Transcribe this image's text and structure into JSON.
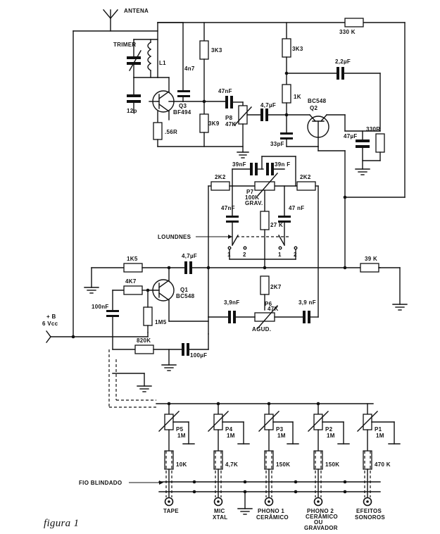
{
  "antenna": "ANTENA",
  "trimer": "TRIMER",
  "l1": "L1",
  "c_12p": "12p",
  "q3": {
    "name": "Q3",
    "type": "BF494"
  },
  "r_56r": ".56R",
  "c_4n7": "4n7",
  "r_3k3_a": "3K3",
  "r_3k9": "3K9",
  "c_47nf_a": "47nF",
  "p8": {
    "name": "P8",
    "value": "47K"
  },
  "c_4_7uf_a": "4,7µF",
  "r_3k3_b": "3K3",
  "r_1k": "1K",
  "c_2_2uf": "2,2µF",
  "r_330k": "330 K",
  "q2": {
    "name": "Q2",
    "type": "BC548"
  },
  "c_33pf": "33pF",
  "c_47uf": "47µF",
  "r_330r": "330R",
  "c_39nf_a": "39nF",
  "c_39nf_b": "39n F",
  "r_2k2_a": "2K2",
  "r_2k2_b": "2K2",
  "p7": {
    "name": "P7",
    "value": "100K",
    "sub": "GRAV."
  },
  "c_47nf_b": "47nF",
  "c_47nf_c": "47 nF",
  "r_27k": "27 K",
  "loudness": "LOUNDNES",
  "sw_left": [
    "1",
    "2"
  ],
  "sw_right": [
    "1",
    "2"
  ],
  "r_1k5": "1K5",
  "c_4_7uf_b": "4,7µF",
  "r_4k7": "4K7",
  "q1": {
    "name": "Q1",
    "type": "BC548"
  },
  "c_100nf": "100nF",
  "r_1m5": "1M5",
  "supply": {
    "label": "+ B",
    "value": "6 Vcc"
  },
  "r_2k7": "2K7",
  "c_3_9nf_a": "3,9nF",
  "c_3_9nf_b": "3,9 nF",
  "p6": {
    "name": "P6",
    "value": "47K",
    "sub": "AGUD."
  },
  "r_39k": "39 K",
  "r_820k": "820K",
  "c_100uf": "100µF",
  "pots": [
    {
      "name": "P5",
      "value": "1M"
    },
    {
      "name": "P4",
      "value": "1M"
    },
    {
      "name": "P3",
      "value": "1M"
    },
    {
      "name": "P2",
      "value": "1M"
    },
    {
      "name": "P1",
      "value": "1M"
    }
  ],
  "input_resistors": [
    "10K",
    "4,7K",
    "150K",
    "150K",
    "470 K"
  ],
  "shielded_wire": "FIO BLINDADO",
  "inputs": [
    {
      "line1": "TAPE",
      "line2": "",
      "line3": ""
    },
    {
      "line1": "MIC",
      "line2": "XTAL",
      "line3": ""
    },
    {
      "line1": "PHONO 1",
      "line2": "CERÂMICO",
      "line3": ""
    },
    {
      "line1": "PHONO 2",
      "line2": "CERÂMICO",
      "line3": "OU"
    },
    {
      "line1": "EFEITOS",
      "line2": "SONOROS",
      "line3": ""
    }
  ],
  "input4_line4": "GRAVADOR",
  "caption": "figura 1"
}
